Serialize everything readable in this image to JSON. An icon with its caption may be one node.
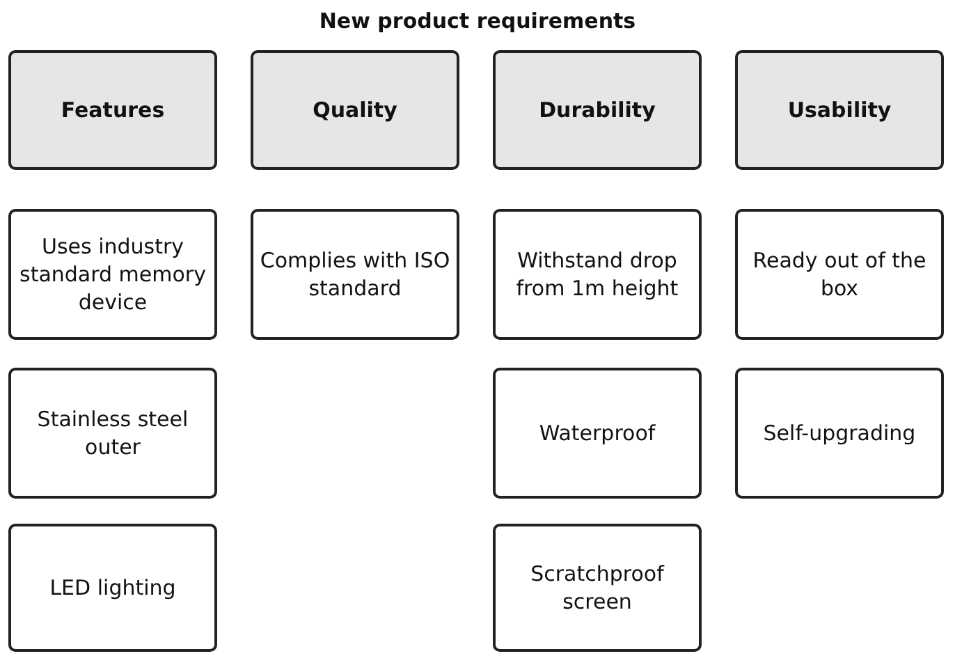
{
  "diagram": {
    "title": "New product requirements",
    "nodes": [
      {
        "text": [
          "Features"
        ]
      },
      {
        "text": [
          "Quality"
        ]
      },
      {
        "text": [
          "Durability"
        ]
      },
      {
        "text": [
          "Usability"
        ]
      },
      {
        "text": [
          "Uses industry standard memory device"
        ]
      },
      {
        "text": [
          "Complies with ISO standard"
        ]
      },
      {
        "text": [
          "Withstand drop from 1m height"
        ]
      },
      {
        "text": [
          "Ready out of the box"
        ]
      },
      {
        "text": [
          "Stainless steel outer"
        ]
      },
      {
        "text": [
          "Waterproof"
        ]
      },
      {
        "text": [
          "Self-upgrading"
        ]
      },
      {
        "text": [
          "LED lighting"
        ]
      },
      {
        "text": [
          "Scratchproof screen"
        ]
      }
    ]
  }
}
